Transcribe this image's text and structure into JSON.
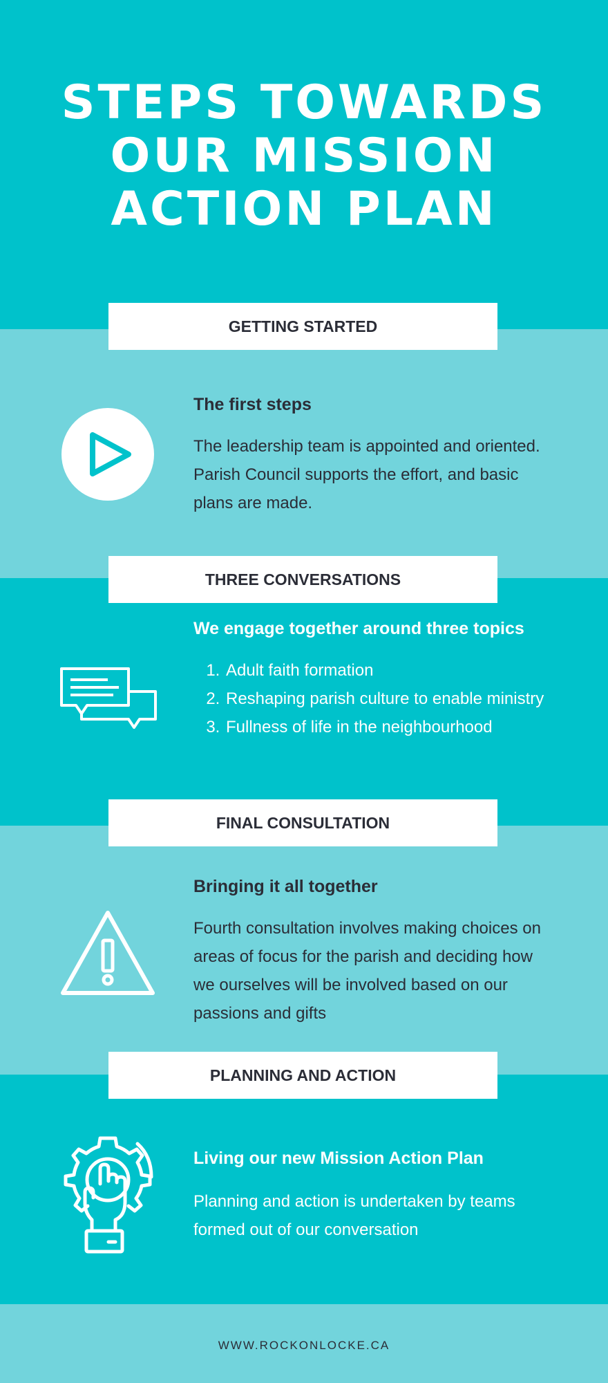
{
  "title": "STEPS TOWARDS\nOUR MISSION\nACTION PLAN",
  "colors": {
    "teal": "#00c2cb",
    "light_teal": "#72d4dc",
    "white": "#ffffff",
    "dark_text": "#2b2d37"
  },
  "sections": [
    {
      "label": "GETTING STARTED",
      "icon": "play-icon",
      "heading": "The first steps",
      "body": "The leadership team is appointed and oriented. Parish Council supports the effort, and basic plans are made."
    },
    {
      "label": "THREE CONVERSATIONS",
      "icon": "chat-bubbles-icon",
      "heading": "We engage together around three topics",
      "items": [
        "Adult faith formation",
        "Reshaping parish culture to enable ministry",
        "Fullness of life in the neighbourhood"
      ]
    },
    {
      "label": "FINAL CONSULTATION",
      "icon": "warning-icon",
      "heading": "Bringing it all together",
      "body": "Fourth consultation involves making choices on areas of focus for the parish and deciding how we ourselves will be involved based on our passions and gifts"
    },
    {
      "label": "PLANNING AND ACTION",
      "icon": "hand-gear-icon",
      "heading": "Living our new Mission Action Plan",
      "body": "Planning and action is undertaken by teams formed out of our conversation"
    }
  ],
  "footer": "WWW.ROCKONLOCKE.CA"
}
